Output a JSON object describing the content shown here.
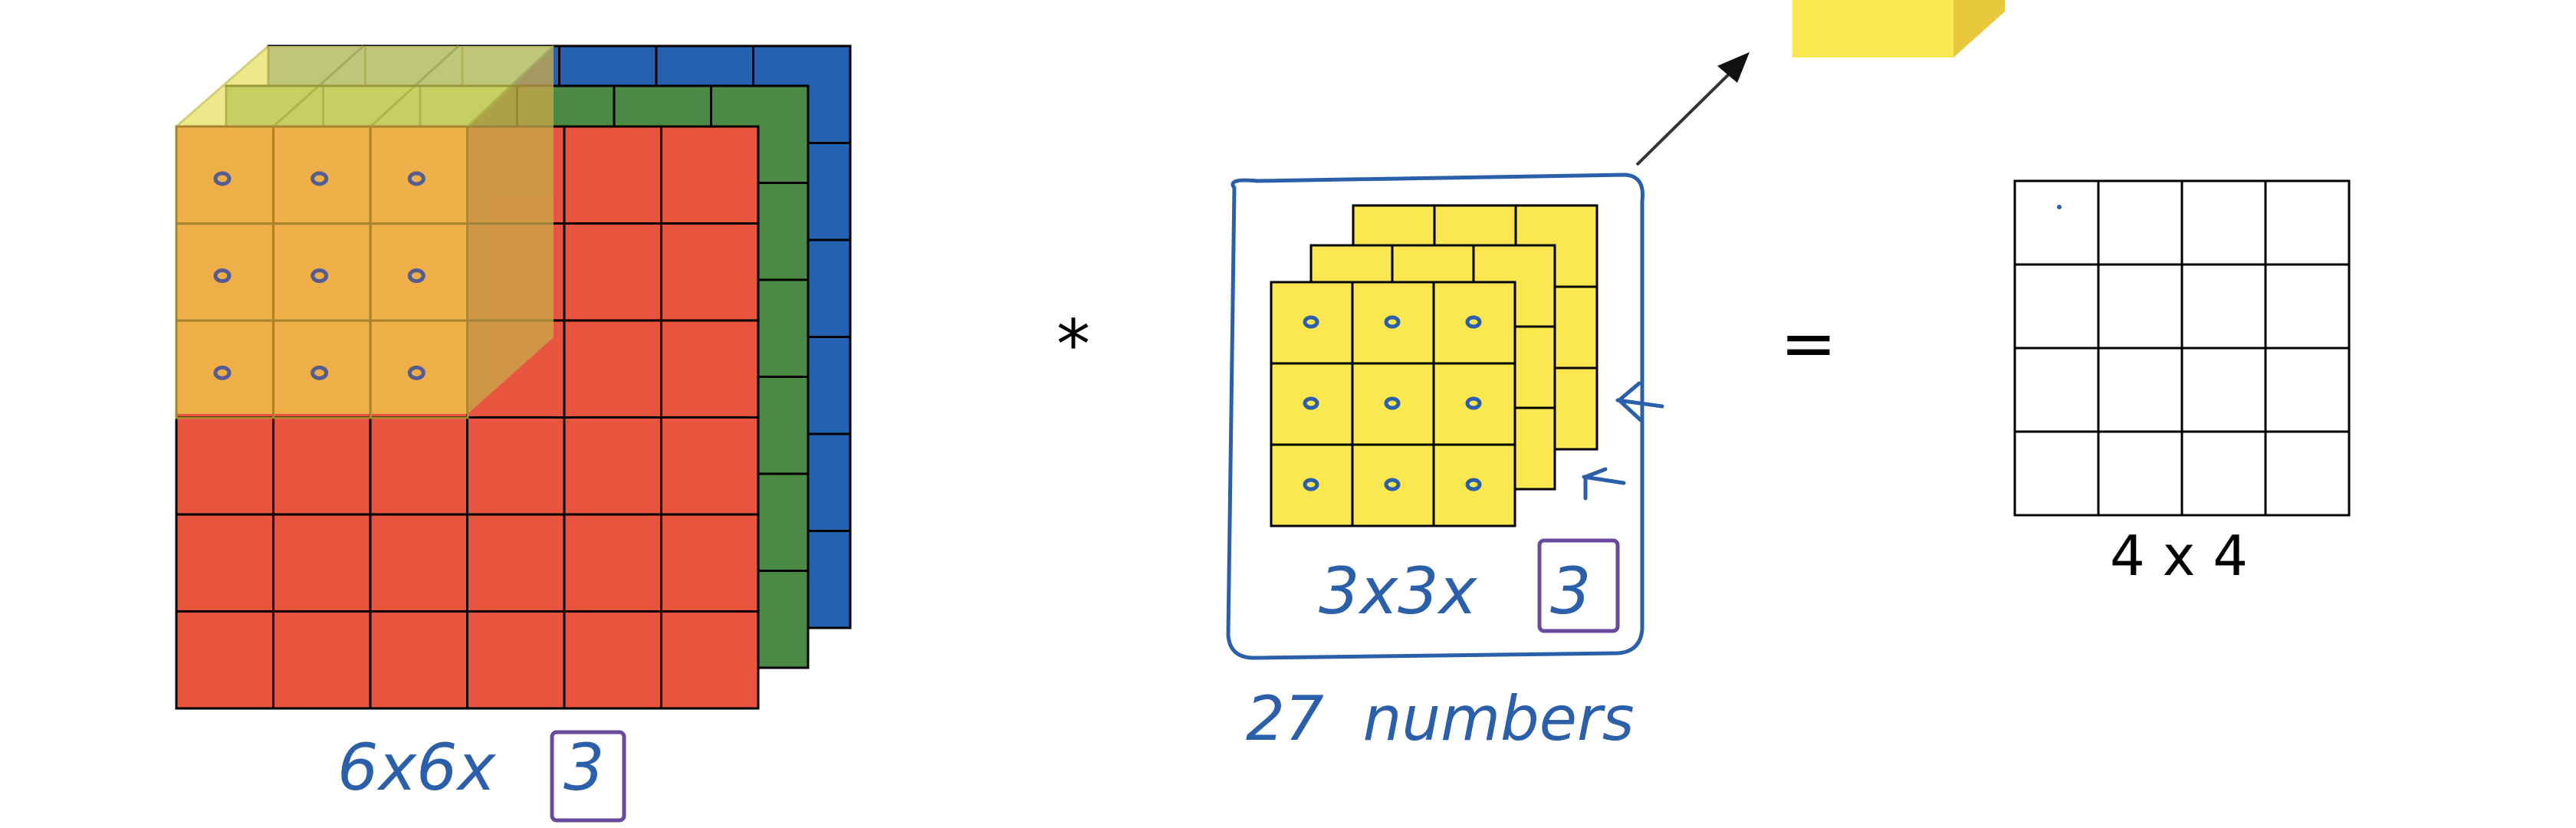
{
  "colors": {
    "input_red": "#e8543e",
    "input_green": "#4a8a45",
    "input_blue": "#2561b1",
    "filter_yellow": "#fbe74f",
    "filter_overlay": "#f2c94c",
    "ink_blue": "#2b5fa9",
    "box_purple": "#6a4a9b",
    "grid_black": "#000000"
  },
  "input_volume": {
    "rows": 6,
    "cols": 6,
    "channels": 3,
    "label_prefix": "6x6x",
    "label_boxed": "3"
  },
  "operators": {
    "convolution": "*",
    "equals": "="
  },
  "filter_volume": {
    "rows": 3,
    "cols": 3,
    "channels": 3,
    "label_prefix": "3x3x",
    "label_boxed": "3",
    "count_label": "27  numbers"
  },
  "output_grid": {
    "rows": 4,
    "cols": 4,
    "label": "4 x 4"
  }
}
